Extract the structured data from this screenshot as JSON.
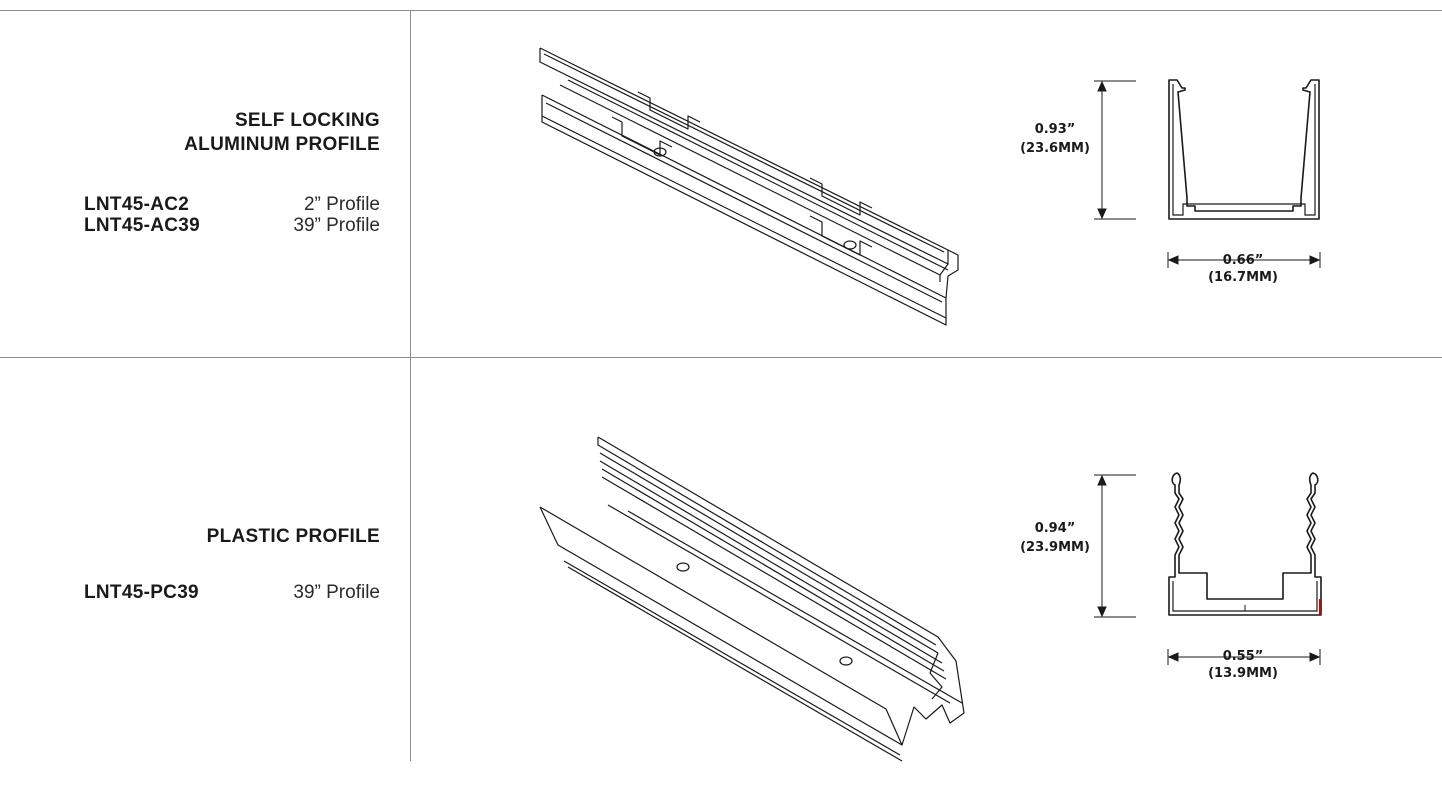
{
  "section_aluminum": {
    "title_line1": "SELF LOCKING",
    "title_line2": "ALUMINUM PROFILE",
    "parts": [
      {
        "code": "LNT45-AC2",
        "desc": "2” Profile"
      },
      {
        "code": "LNT45-AC39",
        "desc": "39” Profile"
      }
    ],
    "height_dim": {
      "inch": "0.93”",
      "mm": "(23.6MM)"
    },
    "width_dim": {
      "inch": "0.66”",
      "mm": "(16.7MM)"
    }
  },
  "section_plastic": {
    "title_line1": "PLASTIC PROFILE",
    "parts": [
      {
        "code": "LNT45-PC39",
        "desc": "39” Profile"
      }
    ],
    "height_dim": {
      "inch": "0.94”",
      "mm": "(23.9MM)"
    },
    "width_dim": {
      "inch": "0.55”",
      "mm": "(13.9MM)"
    }
  },
  "colors": {
    "rule": "#8c8c8c",
    "line": "#1a1a1a",
    "accent": "#cc0000"
  }
}
